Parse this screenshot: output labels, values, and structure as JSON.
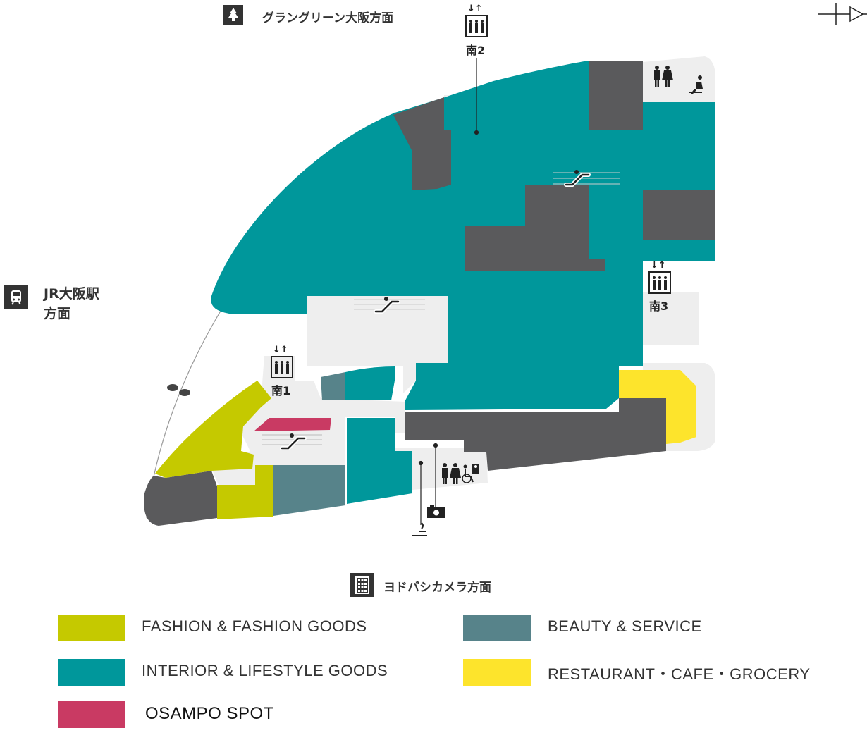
{
  "colors": {
    "fashion": "#c5c900",
    "interior": "#00979b",
    "beauty": "#57838a",
    "restaurant": "#fde42c",
    "osampo": "#c93a63",
    "store_dark": "#5a5a5c",
    "common": "#eeeeee",
    "text": "#333333"
  },
  "directions": {
    "north": "グラングリーン大阪方面",
    "west_line1": "JR大阪駅",
    "west_line2": "方面",
    "south": "ヨドバシカメラ方面"
  },
  "elevators": {
    "s1": "南1",
    "s2": "南2",
    "s3": "南3"
  },
  "icons": {
    "north": "tree-icon",
    "west": "train-icon",
    "south": "building-icon",
    "compass": "north-arrow-icon"
  },
  "legend": [
    {
      "label": "FASHION & FASHION GOODS",
      "color_key": "fashion"
    },
    {
      "label": "BEAUTY & SERVICE",
      "color_key": "beauty"
    },
    {
      "label": "INTERIOR & LIFESTYLE GOODS",
      "color_key": "interior"
    },
    {
      "label": "RESTAURANT・CAFE・GROCERY",
      "color_key": "restaurant"
    },
    {
      "label": "OSAMPO SPOT",
      "color_key": "osampo"
    }
  ]
}
